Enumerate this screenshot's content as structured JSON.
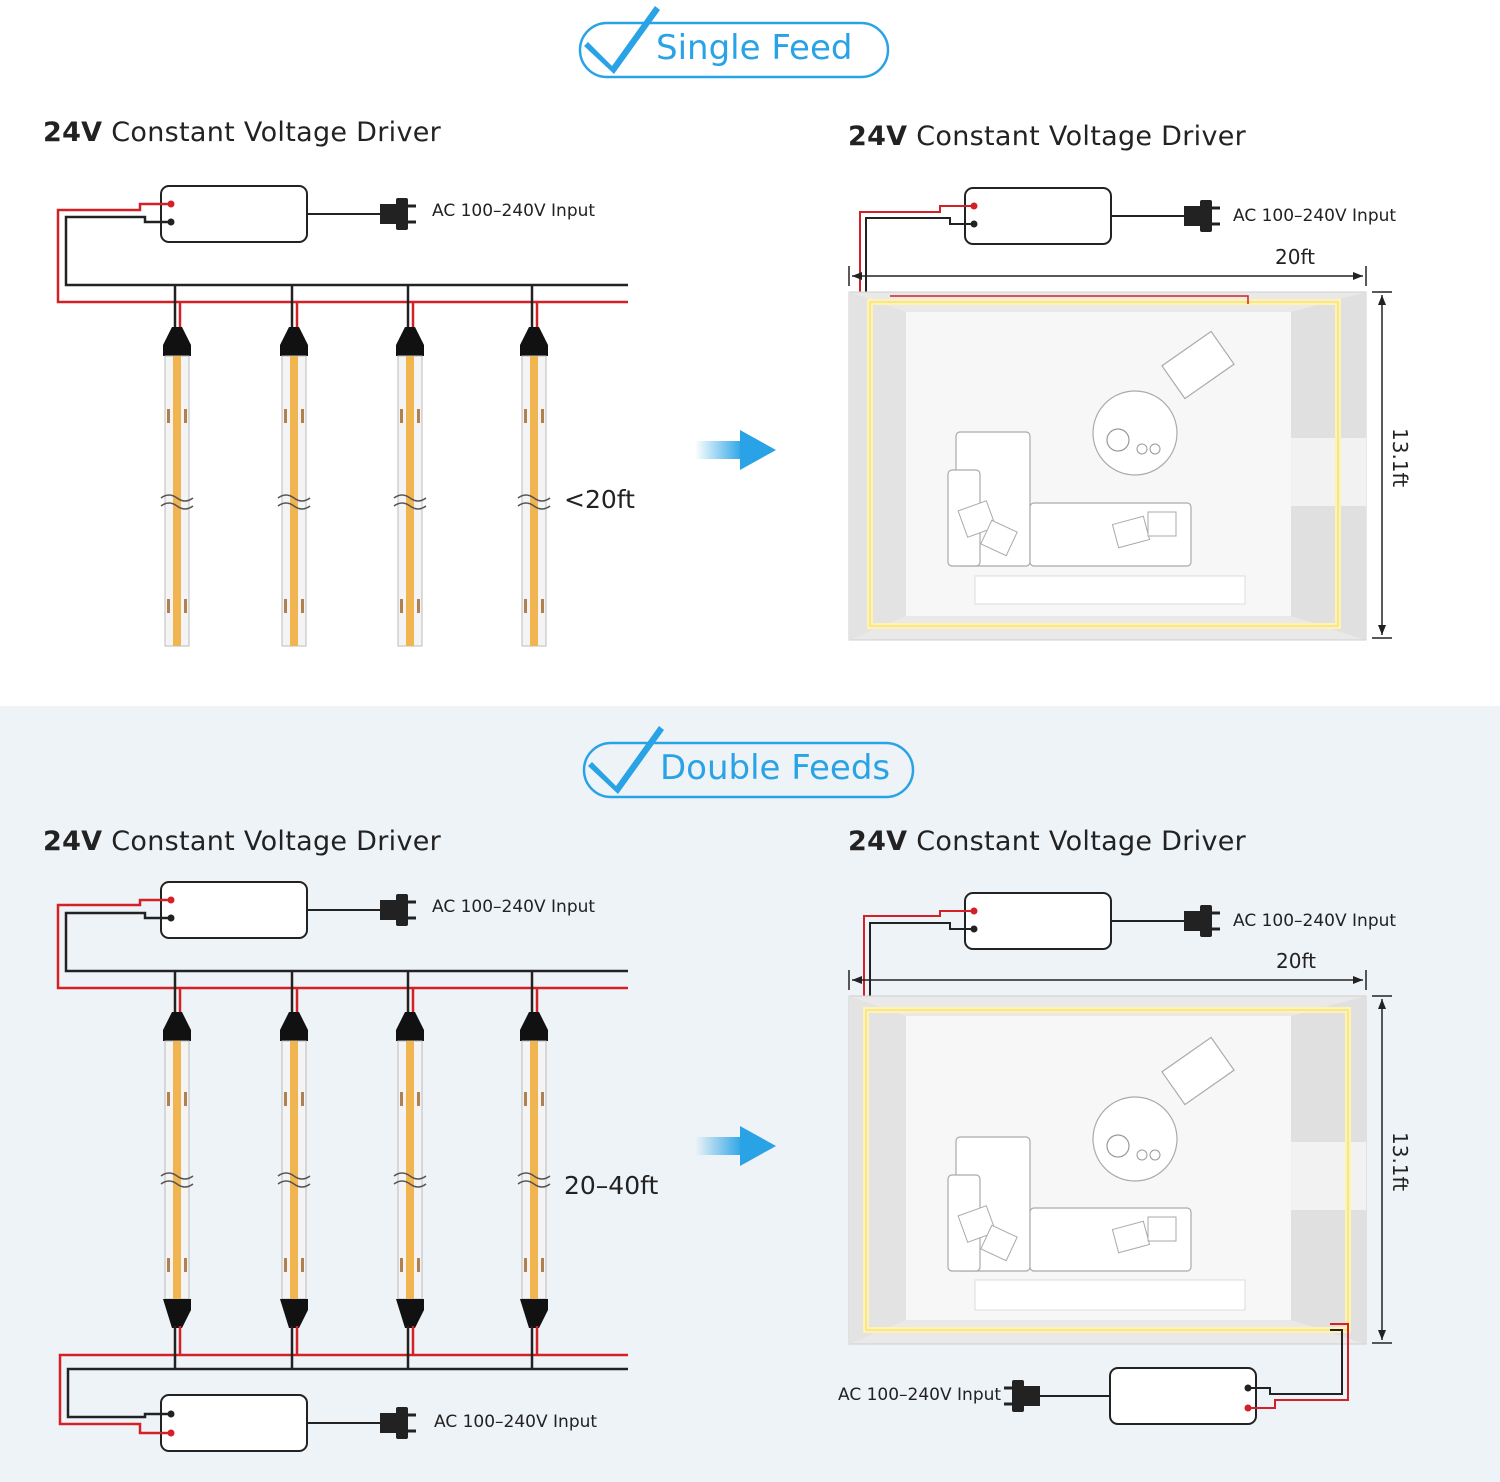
{
  "sections": [
    {
      "id": "single",
      "badge": "Single Feed",
      "left_driver_title_bold": "24V",
      "left_driver_title_rest": " Constant Voltage Driver",
      "right_driver_title_bold": "24V",
      "right_driver_title_rest": " Constant Voltage Driver",
      "left_ac_input": "AC 100–240V Input",
      "right_ac_input": "AC 100–240V Input",
      "strip_length": "<20ft",
      "room_width": "20ft",
      "room_depth": "13.1ft"
    },
    {
      "id": "double",
      "badge": "Double Feeds",
      "left_driver_title_bold": "24V",
      "left_driver_title_rest": " Constant Voltage Driver",
      "right_driver_title_bold": "24V",
      "right_driver_title_rest": " Constant Voltage Driver",
      "left_ac_input_top": "AC 100–240V Input",
      "left_ac_input_bottom": "AC 100–240V Input",
      "right_ac_input_top": "AC 100–240V Input",
      "right_ac_input_bottom": "AC 100–240V Input",
      "strip_length": "20–40ft",
      "room_width": "20ft",
      "room_depth": "13.1ft"
    }
  ],
  "colors": {
    "accent": "#29a3e6",
    "wire_red": "#d42027",
    "wire_black": "#222222",
    "strip_led": "#f0b451",
    "room_glow": "#fff3b0"
  },
  "icons": [
    "check-icon",
    "plug-icon",
    "arrow-right-icon",
    "armchair-icon",
    "sofa-icon",
    "coffee-table-icon"
  ]
}
